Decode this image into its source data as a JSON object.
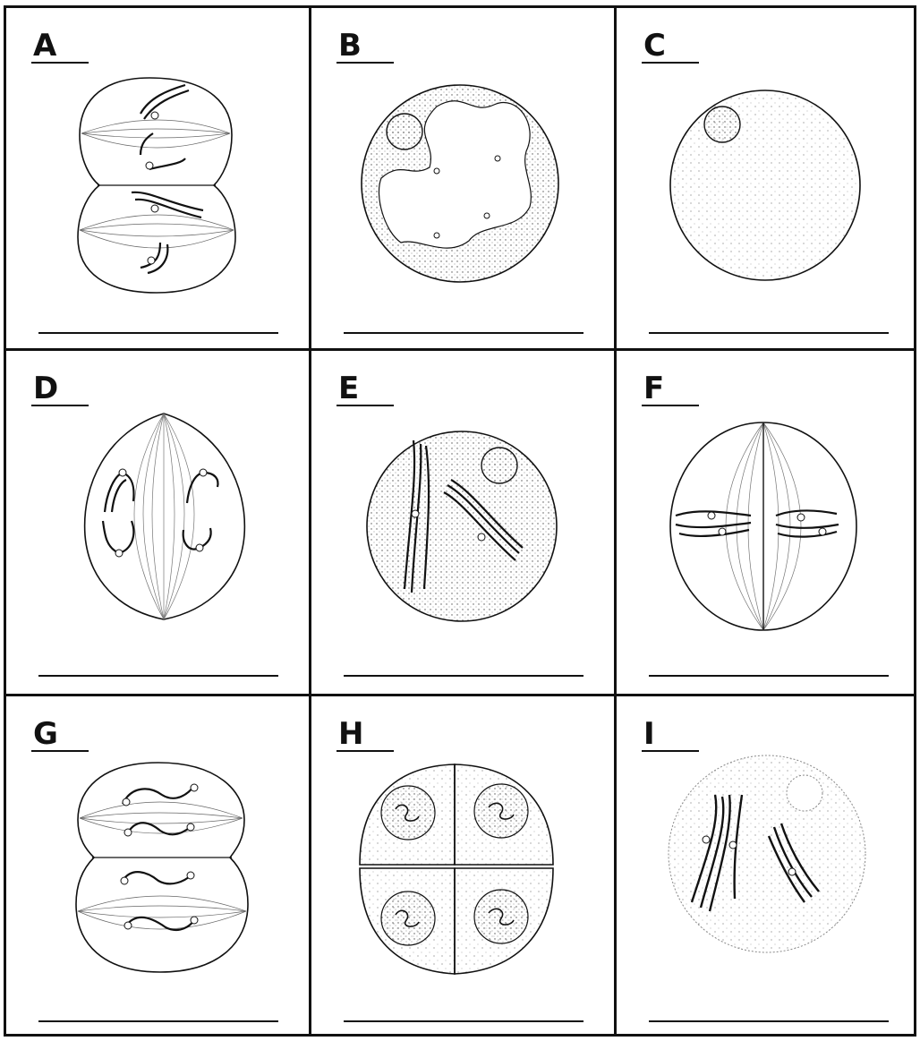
{
  "panels": [
    {
      "letter": "A",
      "stage_shape": "cleaving-cell-two-spindles"
    },
    {
      "letter": "B",
      "stage_shape": "cell-with-loose-chromatin"
    },
    {
      "letter": "C",
      "stage_shape": "cell-with-nucleolus"
    },
    {
      "letter": "D",
      "stage_shape": "spindle-chromosomes-to-poles"
    },
    {
      "letter": "E",
      "stage_shape": "cell-with-paired-chromosomes"
    },
    {
      "letter": "F",
      "stage_shape": "spindle-chromosomes-at-equator"
    },
    {
      "letter": "G",
      "stage_shape": "cleaving-cell-chromosomes-separating"
    },
    {
      "letter": "H",
      "stage_shape": "four-cells"
    },
    {
      "letter": "I",
      "stage_shape": "cell-with-chromosome-bundles"
    }
  ],
  "colors": {
    "ink": "#111111",
    "paper": "#ffffff",
    "stipple": "#555555"
  }
}
